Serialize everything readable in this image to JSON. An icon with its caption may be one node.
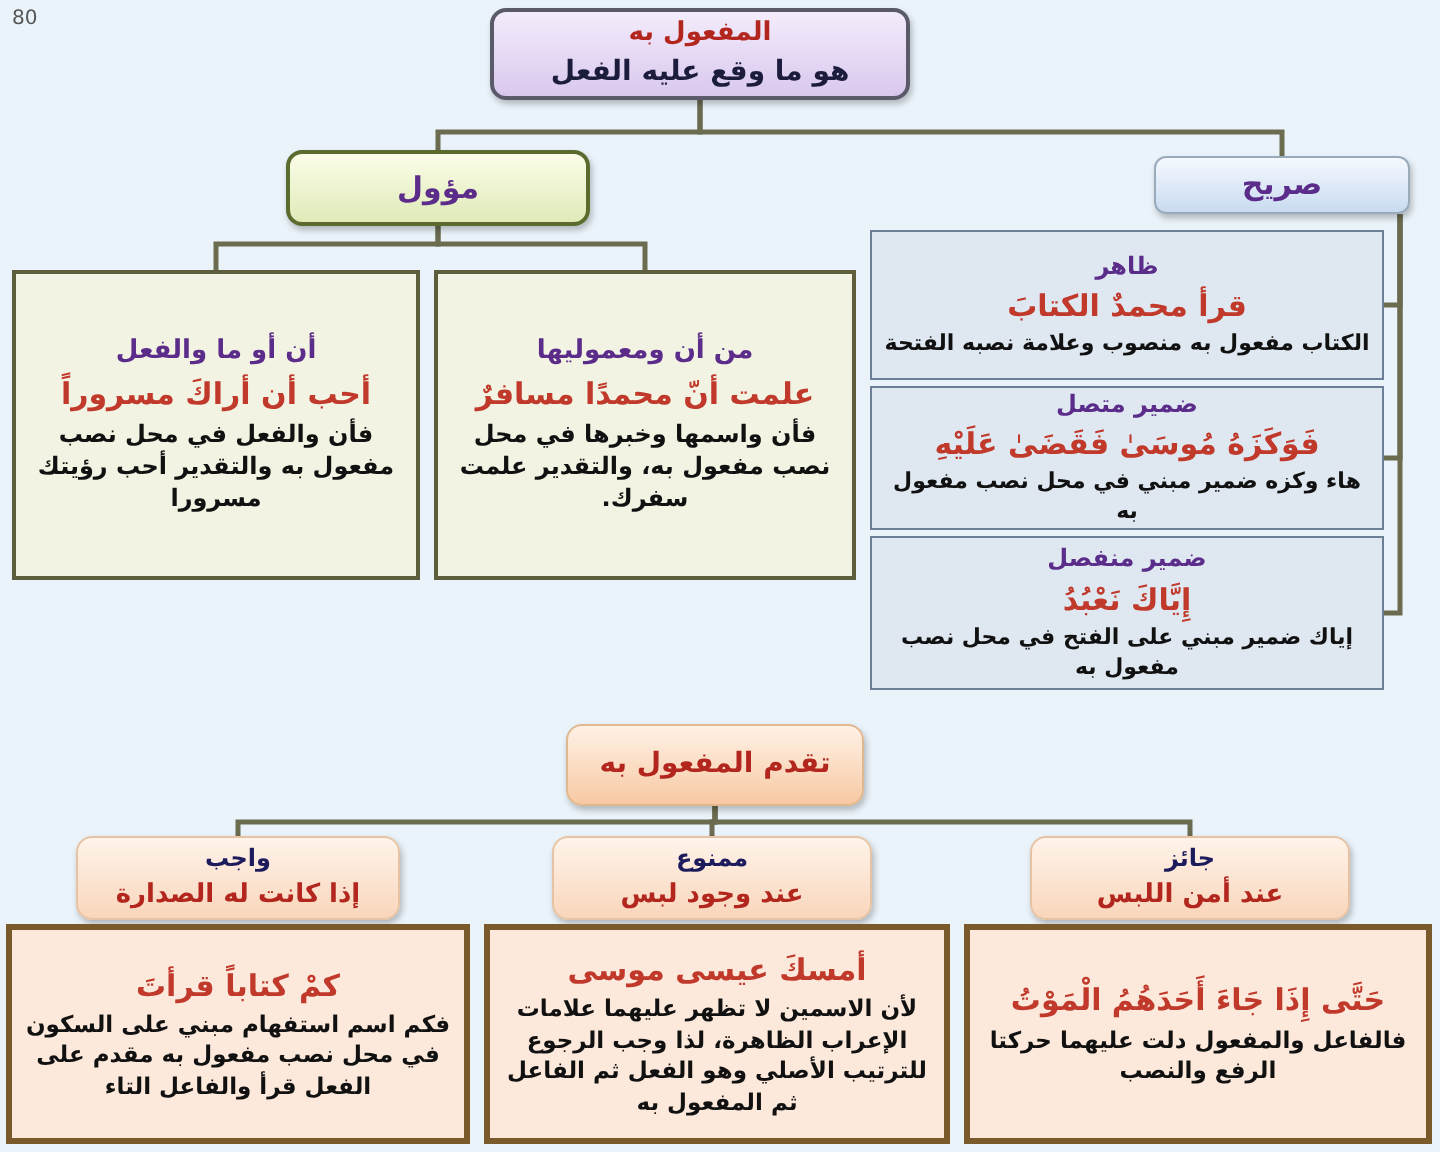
{
  "diagram": {
    "nodes": [
      {
        "text": [
          "المفعول به",
          "هو ما وقع عليه الفعل"
        ]
      },
      {
        "text": [
          "صريح"
        ]
      },
      {
        "text": [
          "مؤول"
        ]
      },
      {
        "text": [
          "ظاهر",
          "قرأ محمدٌ الكتابَ",
          "الكتاب مفعول به منصوب وعلامة نصبه الفتحة"
        ]
      },
      {
        "text": [
          "ضمير متصل",
          "فَوَكَزَهُ مُوسَىٰ فَقَضَىٰ عَلَيْهِ",
          "هاء وكزه ضمير مبني في محل نصب مفعول به"
        ]
      },
      {
        "text": [
          "ضمير منفصل",
          "إِيَّاكَ نَعْبُدُ",
          "إياك ضمير مبني على الفتح في محل نصب مفعول به"
        ]
      },
      {
        "text": [
          "من أن ومعموليها",
          "علمت أنّ محمدًا مسافرٌ",
          "فأن واسمها وخبرها في محل نصب مفعول به، والتقدير علمت سفرك."
        ]
      },
      {
        "text": [
          "أن أو ما والفعل",
          "أحب أن أراكَ مسروراً",
          "فأن والفعل في محل نصب مفعول به والتقدير أحب رؤيتك مسرورا"
        ]
      },
      {
        "text": [
          "تقدم المفعول به"
        ]
      },
      {
        "text": [
          "جائز",
          "عند أمن اللبس"
        ]
      },
      {
        "text": [
          "ممنوع",
          "عند وجود لبس"
        ]
      },
      {
        "text": [
          "واجب",
          "إذا كانت له الصدارة"
        ]
      },
      {
        "text": [
          "حَتَّى إِذَا جَاءَ أَحَدَهُمُ الْمَوْتُ",
          "فالفاعل والمفعول دلت عليهما حركتا الرفع والنصب"
        ]
      },
      {
        "text": [
          "أمسكَ عيسى موسى",
          "لأن الاسمين لا تظهر عليهما علامات الإعراب الظاهرة، لذا وجب الرجوع للترتيب الأصلي وهو الفعل ثم الفاعل ثم المفعول به"
        ]
      },
      {
        "text": [
          "كمْ كتاباً قرأتَ",
          "فكم اسم استفهام مبني على السكون في محل نصب مفعول به مقدم على الفعل قرأ والفاعل التاء"
        ]
      }
    ],
    "edges": [
      {
        "from": 0,
        "to": 2,
        "arrow": "none"
      },
      {
        "from": 0,
        "to": 1,
        "arrow": "none"
      },
      {
        "from": 2,
        "to": 6,
        "arrow": "none"
      },
      {
        "from": 2,
        "to": 7,
        "arrow": "none"
      },
      {
        "from": 1,
        "to": 3,
        "arrow": "none"
      },
      {
        "from": 1,
        "to": 4,
        "arrow": "none"
      },
      {
        "from": 1,
        "to": 5,
        "arrow": "none"
      },
      {
        "from": 8,
        "to": 11,
        "arrow": "none"
      },
      {
        "from": 8,
        "to": 10,
        "arrow": "none"
      },
      {
        "from": 8,
        "to": 9,
        "arrow": "none"
      }
    ],
    "labels": [
      "80"
    ]
  }
}
